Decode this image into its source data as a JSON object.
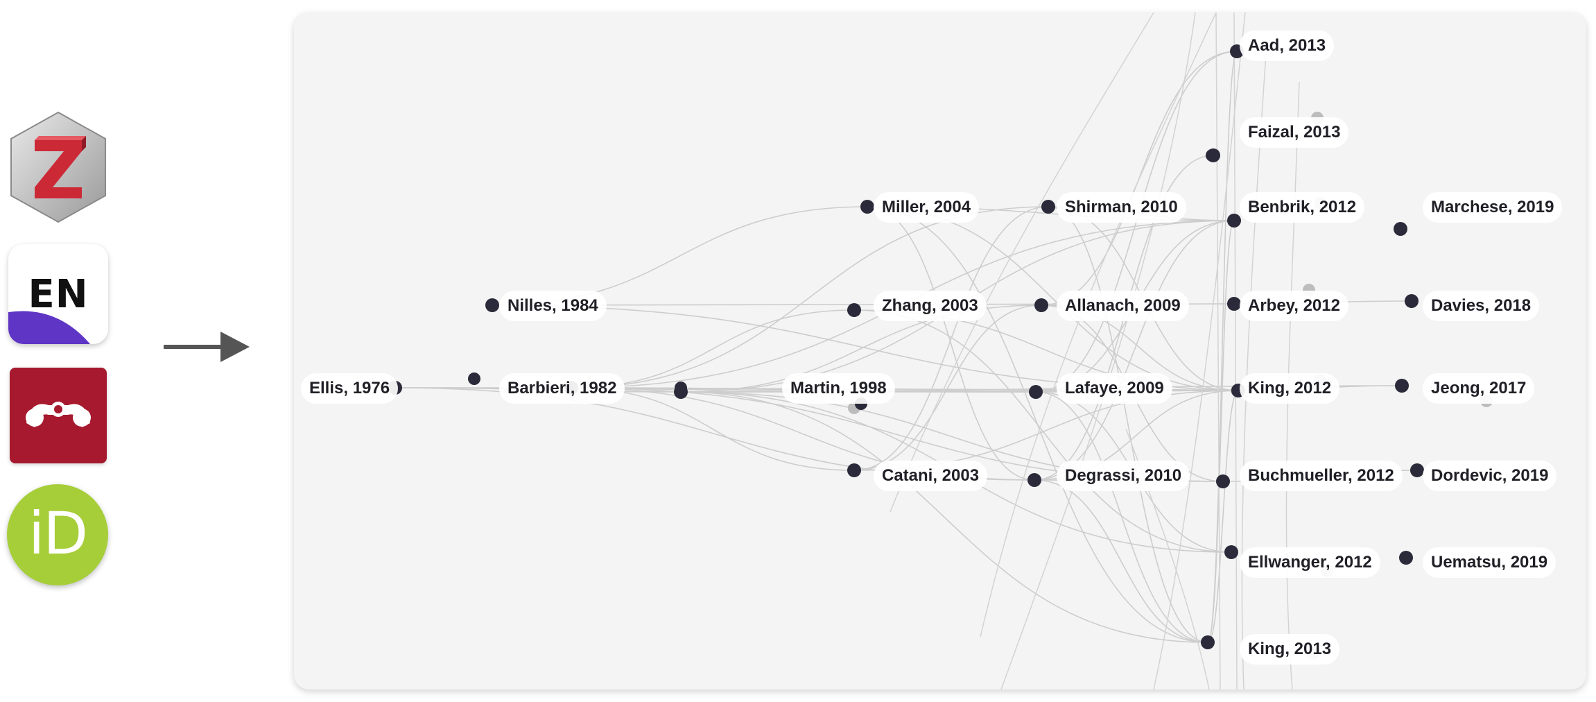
{
  "apps": [
    {
      "name": "Zotero",
      "icon": "zotero-icon",
      "glyph": "Z",
      "color": "#cc2936"
    },
    {
      "name": "EndNote",
      "icon": "endnote-icon",
      "glyph": "EN",
      "color": "#5e35c4"
    },
    {
      "name": "Mendeley",
      "icon": "mendeley-icon",
      "color": "#a6192e"
    },
    {
      "name": "ORCID",
      "icon": "orcid-icon",
      "glyph": "iD",
      "color": "#a6ce39"
    }
  ],
  "arrow": {
    "icon": "arrow-right-icon",
    "color": "#555555"
  },
  "graph": {
    "node_color": "#2b2a3a",
    "ghost_color": "#bdbdbd",
    "edge_color": "#cdcdcd",
    "nodes": [
      {
        "id": "ellis1976",
        "label": "Ellis, 1976"
      },
      {
        "id": "nilles1984",
        "label": "Nilles, 1984"
      },
      {
        "id": "barbieri1982",
        "label": "Barbieri, 1982"
      },
      {
        "id": "miller2004",
        "label": "Miller, 2004"
      },
      {
        "id": "zhang2003",
        "label": "Zhang, 2003"
      },
      {
        "id": "martin1998",
        "label": "Martin, 1998"
      },
      {
        "id": "catani2003",
        "label": "Catani, 2003"
      },
      {
        "id": "shirman2010",
        "label": "Shirman, 2010"
      },
      {
        "id": "allanach2009",
        "label": "Allanach, 2009"
      },
      {
        "id": "lafaye2009",
        "label": "Lafaye, 2009"
      },
      {
        "id": "degrassi2010",
        "label": "Degrassi, 2010"
      },
      {
        "id": "aad2013",
        "label": "Aad, 2013"
      },
      {
        "id": "faizal2013",
        "label": "Faizal, 2013"
      },
      {
        "id": "benbrik2012",
        "label": "Benbrik, 2012"
      },
      {
        "id": "arbey2012",
        "label": "Arbey, 2012"
      },
      {
        "id": "king2012",
        "label": "King, 2012"
      },
      {
        "id": "buchmueller2012",
        "label": "Buchmueller, 2012"
      },
      {
        "id": "ellwanger2012",
        "label": "Ellwanger, 2012"
      },
      {
        "id": "king2013",
        "label": "King, 2013"
      },
      {
        "id": "marchese2019",
        "label": "Marchese, 2019"
      },
      {
        "id": "davies2018",
        "label": "Davies, 2018"
      },
      {
        "id": "jeong2017",
        "label": "Jeong, 2017"
      },
      {
        "id": "dordevic2019",
        "label": "Dordevic, 2019"
      },
      {
        "id": "uematsu2019",
        "label": "Uematsu, 2019"
      }
    ],
    "edges": [
      [
        "ellis1976",
        "barbieri1982"
      ],
      [
        "ellis1976",
        "martin1998"
      ],
      [
        "ellis1976",
        "king2012"
      ],
      [
        "ellis1976",
        "lafaye2009"
      ],
      [
        "ellis1976",
        "degrassi2010"
      ],
      [
        "nilles1984",
        "miller2004"
      ],
      [
        "nilles1984",
        "king2012"
      ],
      [
        "nilles1984",
        "arbey2012"
      ],
      [
        "barbieri1982",
        "zhang2003"
      ],
      [
        "barbieri1982",
        "martin1998"
      ],
      [
        "barbieri1982",
        "king2012"
      ],
      [
        "barbieri1982",
        "buchmueller2012"
      ],
      [
        "barbieri1982",
        "catani2003"
      ],
      [
        "barbieri1982",
        "benbrik2012"
      ],
      [
        "barbieri1982",
        "lafaye2009"
      ],
      [
        "barbieri1982",
        "degrassi2010"
      ],
      [
        "barbieri1982",
        "shirman2010"
      ],
      [
        "martin1998",
        "king2012"
      ],
      [
        "martin1998",
        "buchmueller2012"
      ],
      [
        "martin1998",
        "ellwanger2012"
      ],
      [
        "martin1998",
        "allanach2009"
      ],
      [
        "martin1998",
        "lafaye2009"
      ],
      [
        "martin1998",
        "king2013"
      ],
      [
        "martin1998",
        "jeong2017"
      ],
      [
        "martin1998",
        "benbrik2012"
      ],
      [
        "miller2004",
        "benbrik2012"
      ],
      [
        "miller2004",
        "king2012"
      ],
      [
        "miller2004",
        "degrassi2010"
      ],
      [
        "miller2004",
        "king2013"
      ],
      [
        "zhang2003",
        "king2012"
      ],
      [
        "zhang2003",
        "ellwanger2012"
      ],
      [
        "catani2003",
        "allanach2009"
      ],
      [
        "catani2003",
        "king2012"
      ],
      [
        "catani2003",
        "shirman2010"
      ],
      [
        "shirman2010",
        "benbrik2012"
      ],
      [
        "shirman2010",
        "king2012"
      ],
      [
        "shirman2010",
        "king2013"
      ],
      [
        "allanach2009",
        "arbey2012"
      ],
      [
        "allanach2009",
        "king2012"
      ],
      [
        "allanach2009",
        "aad2013"
      ],
      [
        "allanach2009",
        "buchmueller2012"
      ],
      [
        "lafaye2009",
        "king2012"
      ],
      [
        "lafaye2009",
        "benbrik2012"
      ],
      [
        "lafaye2009",
        "aad2013"
      ],
      [
        "lafaye2009",
        "ellwanger2012"
      ],
      [
        "lafaye2009",
        "king2013"
      ],
      [
        "degrassi2010",
        "king2012"
      ],
      [
        "degrassi2010",
        "buchmueller2012"
      ],
      [
        "degrassi2010",
        "benbrik2012"
      ],
      [
        "degrassi2010",
        "faizal2013"
      ],
      [
        "degrassi2010",
        "king2013"
      ],
      [
        "king2012",
        "jeong2017"
      ],
      [
        "arbey2012",
        "davies2018"
      ],
      [
        "buchmueller2012",
        "dordevic2019"
      ],
      [
        "king2012",
        "king2013"
      ],
      [
        "benbrik2012",
        "king2013"
      ],
      [
        "aad2013",
        "king2013"
      ]
    ]
  }
}
